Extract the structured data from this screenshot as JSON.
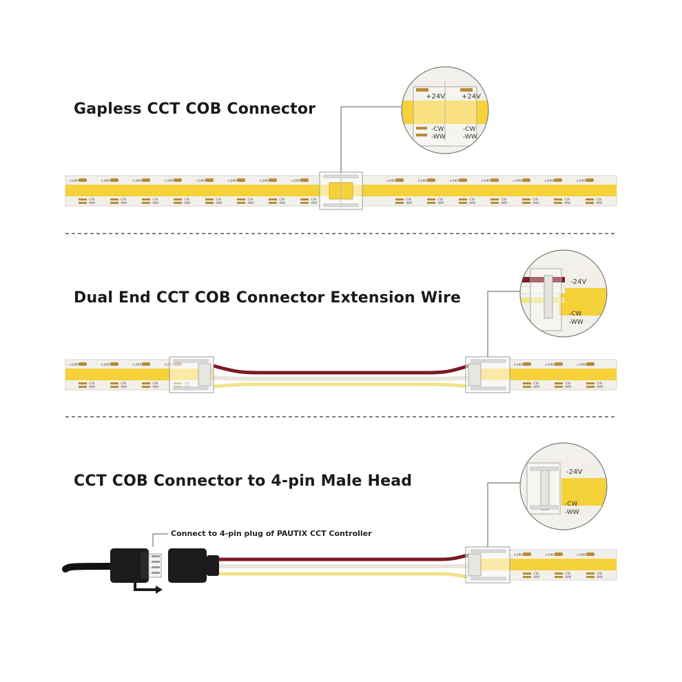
{
  "sections": [
    {
      "title": "Gapless CCT COB Connector"
    },
    {
      "title": "Dual End CCT COB Connector Extension Wire"
    },
    {
      "title": "CCT COB Connector to 4-pin Male Head"
    }
  ],
  "callout_note": "Connect to 4-pin plug of PAUTIX CCT Controller",
  "strip_labels": {
    "positive": "+24V",
    "cool_white": "-CW",
    "warm_white": "-WW"
  },
  "zoom_labels": {
    "z1": {
      "p1": "+24V",
      "p2": "+24V",
      "c1": "-CW",
      "c2": "-CW",
      "w1": "-WW",
      "w2": "-WW"
    },
    "z2": {
      "p": "-24V",
      "c": "-CW",
      "w": "-WW"
    },
    "z3": {
      "p": "-24V",
      "c": "-CW",
      "w": "-WW"
    }
  },
  "colors": {
    "cob_yellow": "#f5d13a",
    "strip_body": "#f2f0ea",
    "pad_brown": "#b8893a",
    "wire_red": "#7a1b24",
    "wire_white": "#e9e5dc",
    "wire_yellow": "#efe48a",
    "plug_black": "#1c1c1c",
    "divider": "#555555"
  }
}
